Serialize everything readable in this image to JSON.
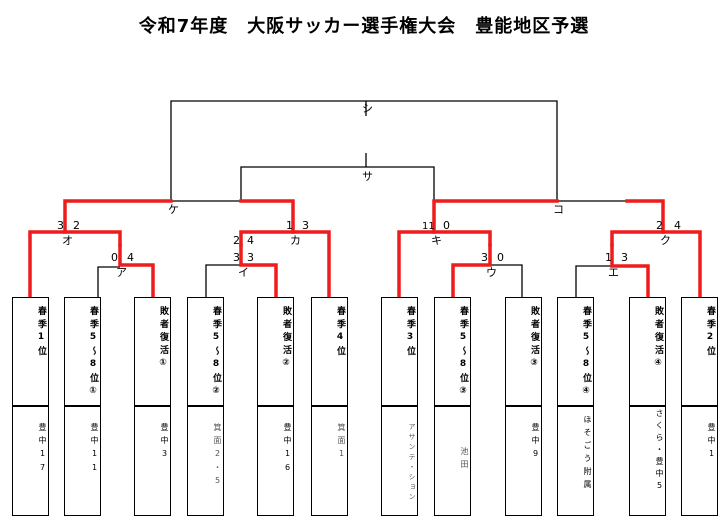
{
  "title": "令和7年度　大阪サッカー選手権大会　豊能地区予選",
  "matches": [
    {
      "id": "シ"
    },
    {
      "id": "サ"
    },
    {
      "id": "ケ"
    },
    {
      "id": "コ"
    },
    {
      "id": "オ",
      "score_l": "3",
      "score_r": "2"
    },
    {
      "id": "カ",
      "score_l": "1",
      "score_r": "3"
    },
    {
      "id": "キ",
      "score_l": "11",
      "score_r": "0"
    },
    {
      "id": "ク",
      "score_l": "2",
      "score_r": "4"
    },
    {
      "id": "ア",
      "score_l": "0",
      "score_r": "4"
    },
    {
      "id": "イ",
      "score_l": "2  4",
      "score_r": "3  3"
    },
    {
      "id": "ウ",
      "score_l": "3",
      "score_r": "0"
    },
    {
      "id": "エ",
      "score_l": "1",
      "score_r": "3"
    }
  ],
  "entries": [
    {
      "seed": "春季1位",
      "team": "豊中17"
    },
    {
      "seed": "春季5〜8位①",
      "team": "豊中11"
    },
    {
      "seed": "敗者復活①",
      "team": "豊中3"
    },
    {
      "seed": "春季5〜8位②",
      "team": "箕面2・5"
    },
    {
      "seed": "敗者復活②",
      "team": "豊中16"
    },
    {
      "seed": "春季4位",
      "team": "箕面1"
    },
    {
      "seed": "春季3位",
      "team": "アサンテ・ション"
    },
    {
      "seed": "春季5〜8位③",
      "team": "池田"
    },
    {
      "seed": "敗者復活③",
      "team": "豊中9"
    },
    {
      "seed": "春季5〜8位④",
      "team": "ほそごう附属"
    },
    {
      "seed": "敗者復活④",
      "team": "さくら・豊中5"
    },
    {
      "seed": "春季2位",
      "team": "豊中1"
    }
  ],
  "colors": {
    "winner": "#ee1c1c",
    "line": "#000000"
  }
}
